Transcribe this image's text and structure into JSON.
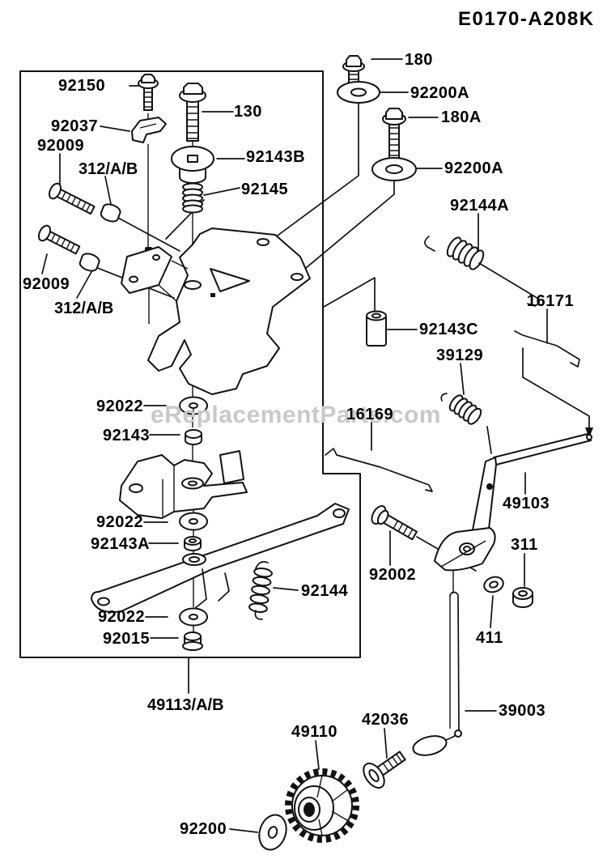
{
  "header": {
    "diagram_code": "E0170-A208K"
  },
  "watermark": "eReplacementParts.com",
  "parts": {
    "92150": "92150",
    "130": "130",
    "92037": "92037",
    "92009": "92009",
    "312ab": "312/A/B",
    "92143b": "92143B",
    "92145": "92145",
    "180": "180",
    "92200a": "92200A",
    "180a": "180A",
    "92144a": "92144A",
    "16171": "16171",
    "92143c": "92143C",
    "39129": "39129",
    "16169": "16169",
    "92022": "92022",
    "92143": "92143",
    "92143a": "92143A",
    "92144": "92144",
    "92015": "92015",
    "49113ab": "49113/A/B",
    "49103": "49103",
    "311": "311",
    "92002": "92002",
    "411": "411",
    "39003": "39003",
    "49110": "49110",
    "42036": "42036",
    "92200": "92200"
  }
}
